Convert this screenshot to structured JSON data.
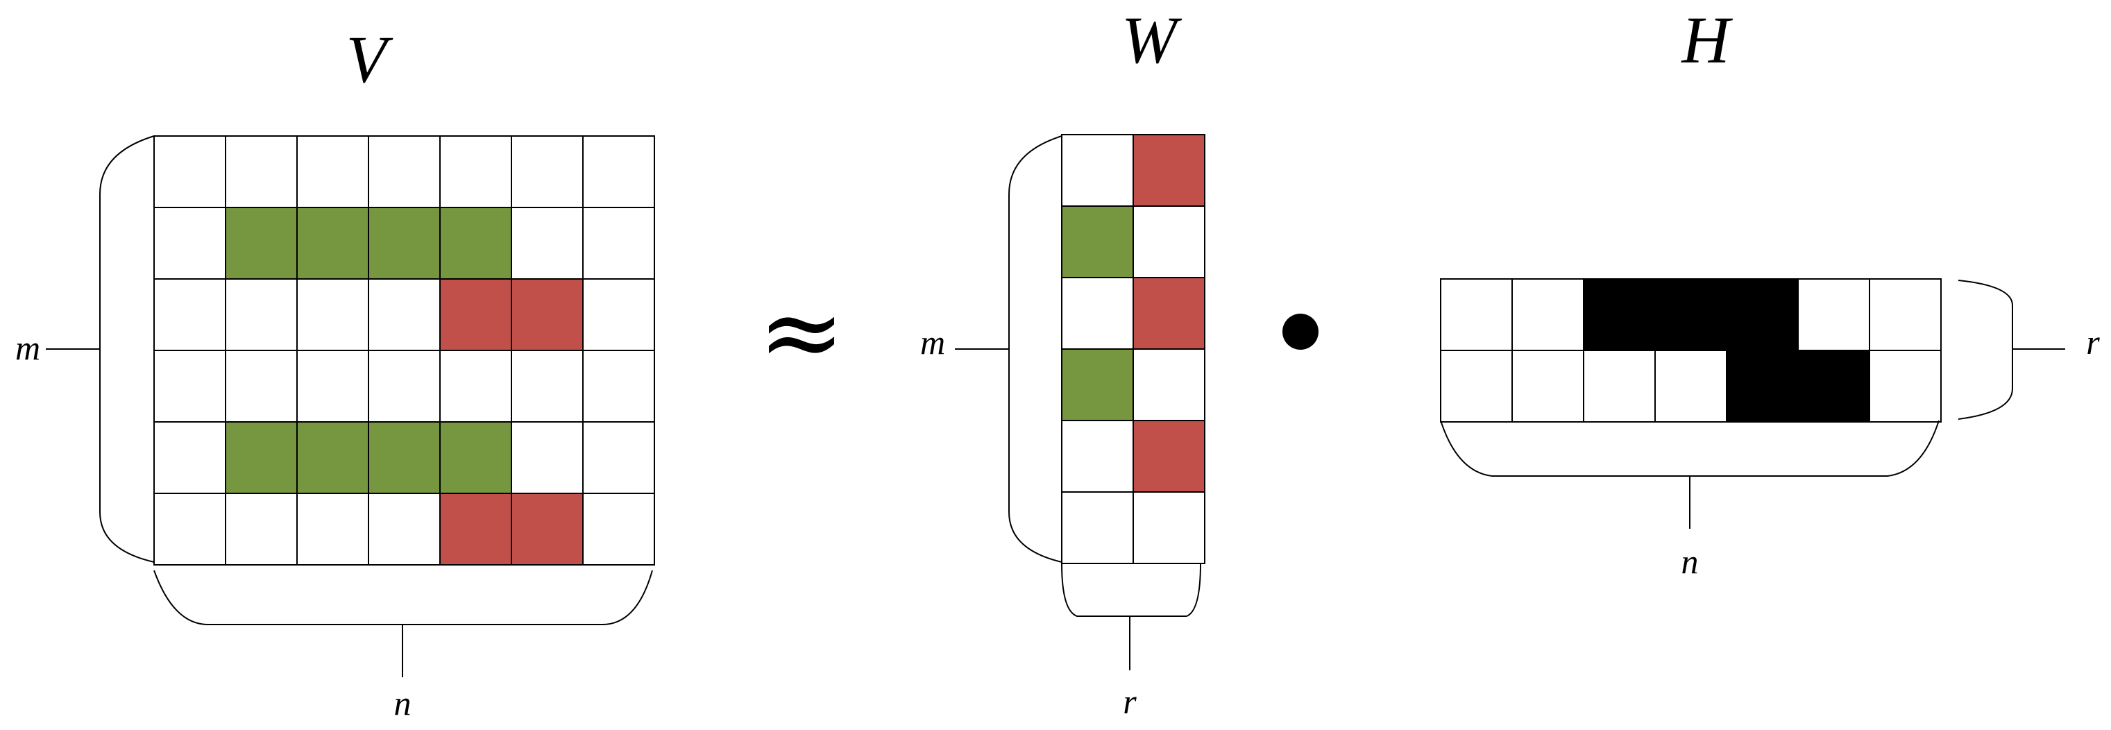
{
  "colors": {
    "green": "#76963f",
    "red": "#c1504a",
    "black": "#000000",
    "empty": "#ffffff"
  },
  "matrices": {
    "V": {
      "label": "V",
      "rows_label": "m",
      "cols_label": "n",
      "grid": [
        [
          "w",
          "w",
          "w",
          "w",
          "w",
          "w",
          "w"
        ],
        [
          "w",
          "g",
          "g",
          "g",
          "g",
          "w",
          "w"
        ],
        [
          "w",
          "w",
          "w",
          "w",
          "r",
          "r",
          "w"
        ],
        [
          "w",
          "w",
          "w",
          "w",
          "w",
          "w",
          "w"
        ],
        [
          "w",
          "g",
          "g",
          "g",
          "g",
          "w",
          "w"
        ],
        [
          "w",
          "w",
          "w",
          "w",
          "r",
          "r",
          "w"
        ]
      ]
    },
    "W": {
      "label": "W",
      "rows_label": "m",
      "cols_label": "r",
      "grid": [
        [
          "w",
          "r"
        ],
        [
          "g",
          "w"
        ],
        [
          "w",
          "r"
        ],
        [
          "g",
          "w"
        ],
        [
          "w",
          "r"
        ],
        [
          "w",
          "w"
        ]
      ]
    },
    "H": {
      "label": "H",
      "rows_label": "r",
      "cols_label": "n",
      "grid": [
        [
          "w",
          "w",
          "k",
          "k",
          "k",
          "w",
          "w"
        ],
        [
          "w",
          "w",
          "w",
          "w",
          "k",
          "k",
          "w"
        ]
      ]
    }
  },
  "operators": {
    "approx": "≈",
    "dot": "•"
  }
}
